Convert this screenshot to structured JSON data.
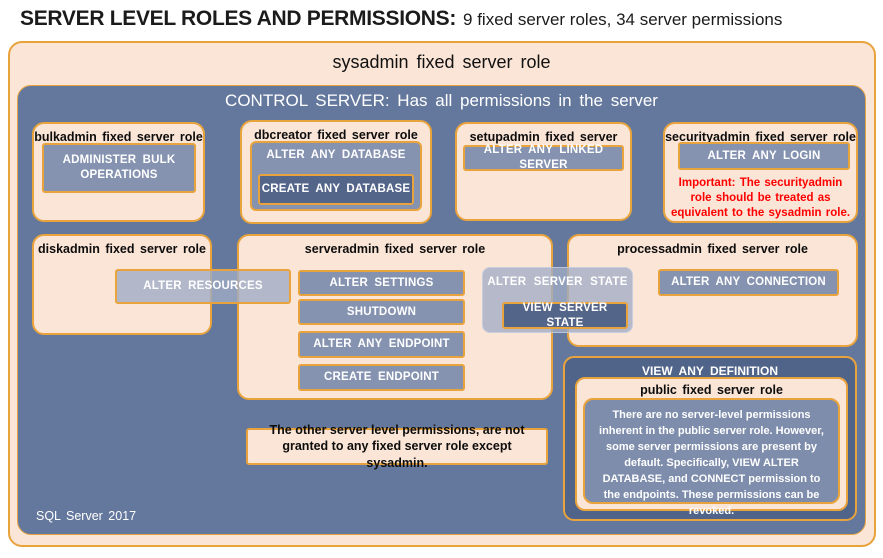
{
  "title": {
    "main": "SERVER LEVEL ROLES AND PERMISSIONS:",
    "subtitle": "9 fixed server roles, 34 server permissions"
  },
  "sysadmin": {
    "label": "sysadmin fixed server role"
  },
  "control": {
    "label": "CONTROL SERVER: Has all permissions in the server",
    "footer": "SQL Server 2017"
  },
  "roles": {
    "bulkadmin": {
      "label": "bulkadmin fixed server role",
      "perm": "ADMINISTER BULK OPERATIONS"
    },
    "dbcreator": {
      "label": "dbcreator fixed server role",
      "perm_outer": "ALTER ANY DATABASE",
      "perm_inner": "CREATE ANY DATABASE"
    },
    "setupadmin": {
      "label": "setupadmin fixed server role",
      "perm": "ALTER ANY LINKED SERVER"
    },
    "securityadmin": {
      "label": "securityadmin fixed server role",
      "perm": "ALTER ANY LOGIN",
      "warning": "Important: The securityadmin role should be treated as equivalent to the sysadmin role."
    },
    "diskadmin": {
      "label": "diskadmin fixed server role",
      "perm": "ALTER RESOURCES"
    },
    "serveradmin": {
      "label": "serveradmin fixed server role",
      "perms": [
        "ALTER SETTINGS",
        "SHUTDOWN",
        "ALTER ANY ENDPOINT",
        "CREATE ENDPOINT"
      ],
      "perm_state_outer": "ALTER SERVER STATE",
      "perm_state_inner": "VIEW SERVER STATE"
    },
    "processadmin": {
      "label": "processadmin fixed server role",
      "perm": "ALTER ANY CONNECTION"
    },
    "public": {
      "container_label": "VIEW ANY DEFINITION",
      "label": "public fixed server role",
      "text": "There are no server-level permissions inherent in the public server role. However, some server permissions are present by default. Specifically, VIEW ALTER DATABASE, and CONNECT permission to the endpoints. These permissions can be revoked."
    }
  },
  "note": "The other server level permissions, are not granted to any fixed server role except sysadmin.",
  "colors": {
    "peach": "#FBE5D6",
    "gold_border": "#E8A33D",
    "control_blue": "#64789D",
    "permission_blue": "#8593B1",
    "permission_dark_blue": "#54658A",
    "view_any_definition_blue": "#50648A",
    "public_text_blue": "#7E8DAC",
    "warning_red": "#FF0000",
    "text_black": "#0D0D0D",
    "text_white": "#FFFFFF"
  }
}
